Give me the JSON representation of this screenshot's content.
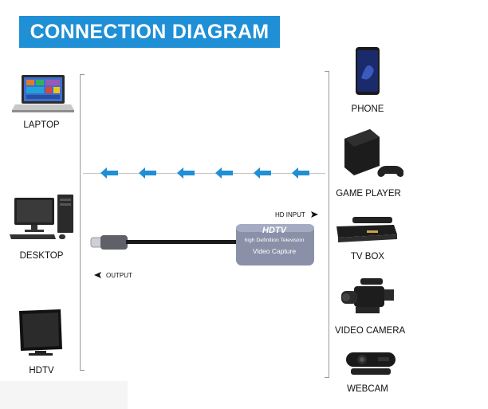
{
  "title": "CONNECTION DIAGRAM",
  "left_devices": [
    {
      "label": "LAPTOP",
      "icon": "laptop-icon"
    },
    {
      "label": "DESKTOP",
      "icon": "desktop-icon"
    },
    {
      "label": "HDTV",
      "icon": "hdtv-icon"
    }
  ],
  "right_devices": [
    {
      "label": "PHONE",
      "icon": "phone-icon"
    },
    {
      "label": "GAME PLAYER",
      "icon": "game-player-icon"
    },
    {
      "label": "TV BOX",
      "icon": "tv-box-icon"
    },
    {
      "label": "VIDEO CAMERA",
      "icon": "video-camera-icon"
    },
    {
      "label": "WEBCAM",
      "icon": "webcam-icon"
    }
  ],
  "capture_card": {
    "brand": "HDTV",
    "line1": "high Definition Television",
    "line2": "Video Capture"
  },
  "hd_input_label": "HD INPUT",
  "output_label": "OUTPUT",
  "colors": {
    "banner": "#1f8fd6",
    "arrow": "#1f8fd6",
    "card": "#8a90a8"
  }
}
